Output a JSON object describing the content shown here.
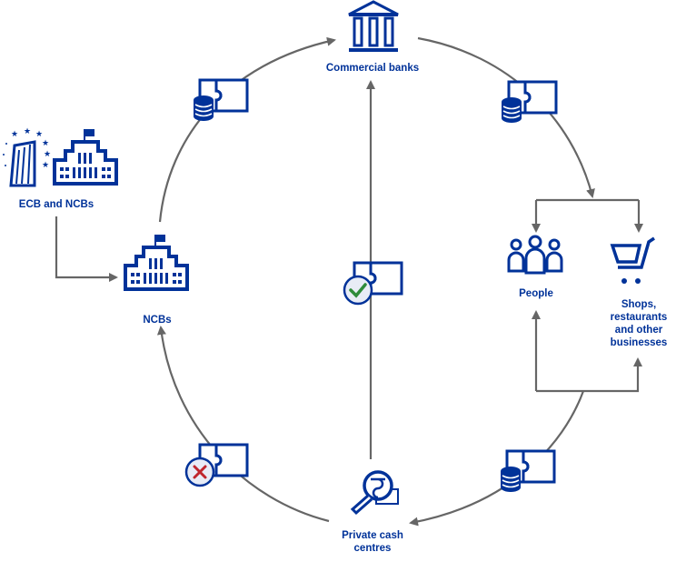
{
  "colors": {
    "brand_blue": "#003299",
    "arrow_gray": "#666666",
    "check_green": "#2e8b3a",
    "cross_red": "#c0262d",
    "badge_fill": "#e8ecf6"
  },
  "nodes": {
    "ecb_ncbs": {
      "label": "ECB and NCBs",
      "icons": [
        "ecb-tower-with-stars-icon",
        "ncb-building-icon"
      ]
    },
    "commercial_banks": {
      "label": "Commercial banks",
      "icon": "bank-columns-icon"
    },
    "ncbs": {
      "label": "NCBs",
      "icon": "ncb-building-icon"
    },
    "people": {
      "label": "People",
      "icon": "people-group-icon"
    },
    "shops": {
      "label": "Shops,\nrestaurants\nand other\nbusinesses",
      "icon": "shopping-cart-icon"
    },
    "private_cash_centres": {
      "label": "Private cash\ncentres",
      "icon": "magnifier-banknote-icon"
    }
  },
  "badges": [
    {
      "id": "ncbs-to-banks",
      "icon": "banknote-with-coins-icon",
      "meaning": "cash supply"
    },
    {
      "id": "banks-to-public",
      "icon": "banknote-with-coins-icon",
      "meaning": "cash supply"
    },
    {
      "id": "public-to-pcc",
      "icon": "banknote-with-coins-icon",
      "meaning": "cash return"
    },
    {
      "id": "pcc-to-banks",
      "icon": "banknote-check-icon",
      "meaning": "fit banknotes recirculated"
    },
    {
      "id": "pcc-to-ncbs",
      "icon": "banknote-cross-icon",
      "meaning": "unfit banknotes returned"
    }
  ],
  "flows": [
    {
      "from": "ECB and NCBs",
      "to": "NCBs"
    },
    {
      "from": "NCBs",
      "to": "Commercial banks"
    },
    {
      "from": "Commercial banks",
      "to": "People"
    },
    {
      "from": "Commercial banks",
      "to": "Shops, restaurants and other businesses"
    },
    {
      "from": "People",
      "to": "Private cash centres"
    },
    {
      "from": "Shops, restaurants and other businesses",
      "to": "Private cash centres"
    },
    {
      "from": "Private cash centres",
      "to": "Commercial banks"
    },
    {
      "from": "Private cash centres",
      "to": "NCBs"
    }
  ]
}
